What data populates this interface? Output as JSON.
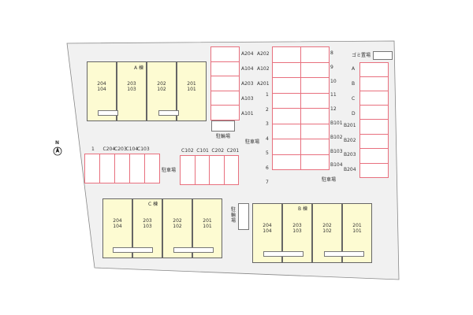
{
  "colors": {
    "ground": "#f1f1f1",
    "building": "#fdfbd2",
    "parking_stroke": "#e8707e",
    "outline": "#666666"
  },
  "north": {
    "label": "N",
    "icon": "north-arrow-icon"
  },
  "building_a": {
    "label": "A 棟",
    "units": [
      {
        "upper": "204",
        "lower": "104"
      },
      {
        "upper": "203",
        "lower": "103"
      },
      {
        "upper": "202",
        "lower": "102"
      },
      {
        "upper": "201",
        "lower": "101"
      }
    ]
  },
  "building_c": {
    "label": "C 棟",
    "units": [
      {
        "upper": "204",
        "lower": "104"
      },
      {
        "upper": "203",
        "lower": "103"
      },
      {
        "upper": "202",
        "lower": "102"
      },
      {
        "upper": "201",
        "lower": "101"
      }
    ]
  },
  "building_b": {
    "label": "B 棟",
    "units": [
      {
        "upper": "204",
        "lower": "104"
      },
      {
        "upper": "203",
        "lower": "103"
      },
      {
        "upper": "202",
        "lower": "102"
      },
      {
        "upper": "201",
        "lower": "101"
      }
    ]
  },
  "parking_labels": {
    "a_side": [
      "A204",
      "A104",
      "A203",
      "A103",
      "A101"
    ],
    "center_left_top": [
      "A202",
      "A102",
      "A201"
    ],
    "center_left_nums": [
      "1",
      "2",
      "3",
      "4",
      "5",
      "6",
      "7"
    ],
    "center_right": [
      "8",
      "9",
      "10",
      "11",
      "12",
      "B101",
      "B102",
      "B103",
      "B104"
    ],
    "east": [
      "A",
      "B",
      "C",
      "D"
    ],
    "east_b": [
      "B201",
      "B202",
      "B203",
      "B204"
    ],
    "c_left": [
      "1",
      "C204",
      "C203",
      "C104",
      "C103"
    ],
    "c_right": [
      "C102",
      "C101",
      "C202",
      "C201"
    ]
  },
  "texts": {
    "bike_parking_top": "駐輪場",
    "parking_1": "駐車場",
    "parking_2": "駐車場",
    "parking_3": "駐車場",
    "bike_parking_vertical": "駐輪場",
    "garbage": "ゴミ置場"
  }
}
